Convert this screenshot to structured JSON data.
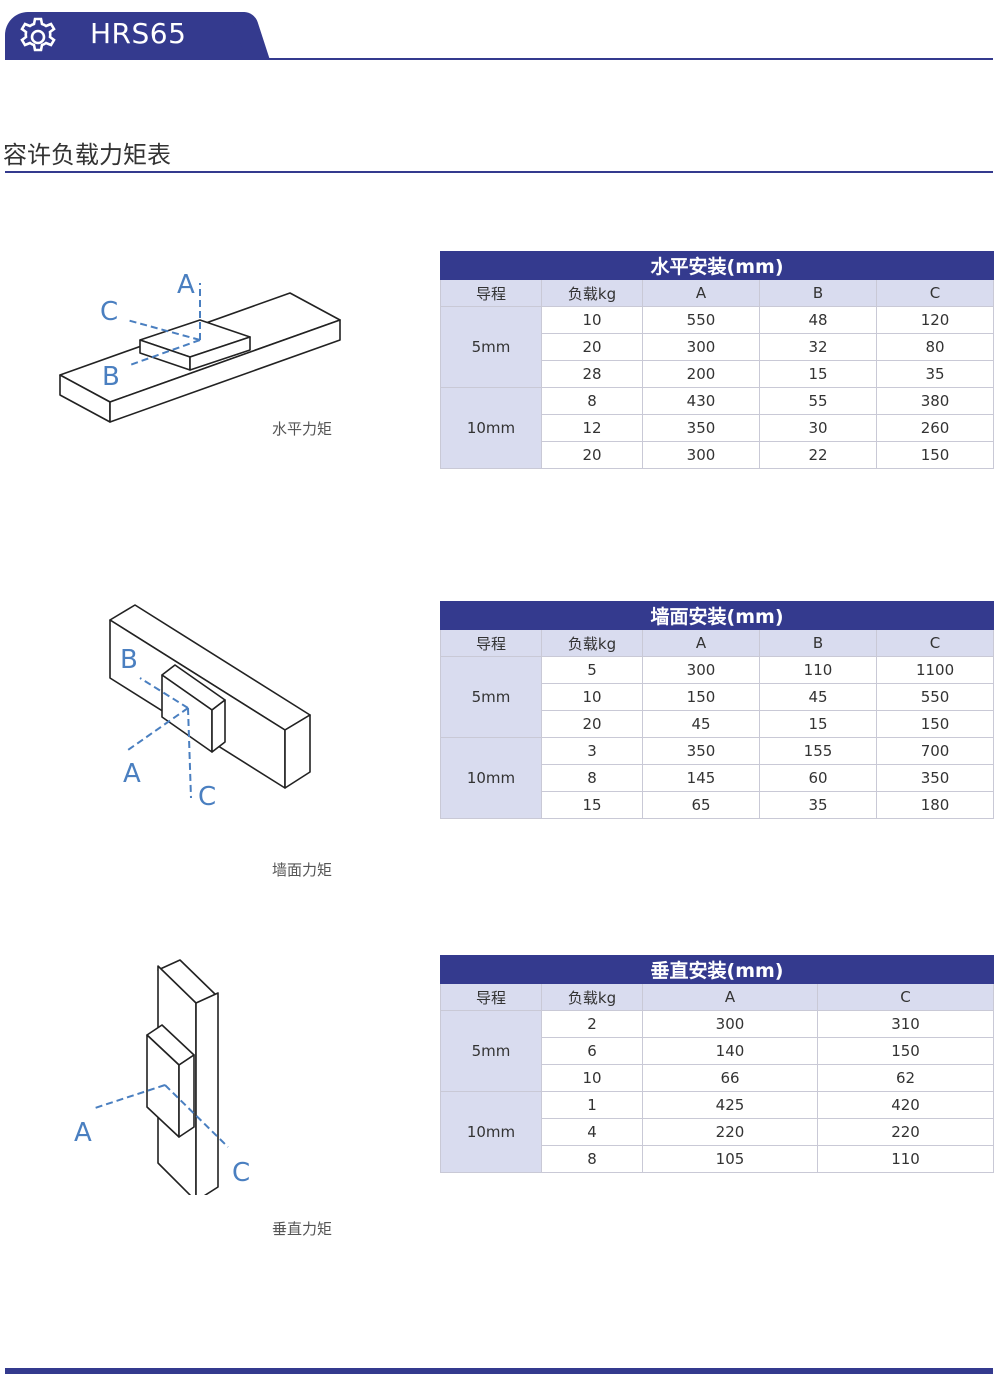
{
  "header": {
    "title": "HRS65"
  },
  "section": {
    "title": "容许负载力矩表"
  },
  "diagrams": [
    {
      "caption": "水平力矩",
      "labels": [
        "A",
        "B",
        "C"
      ]
    },
    {
      "caption": "墙面力矩",
      "labels": [
        "A",
        "B",
        "C"
      ]
    },
    {
      "caption": "垂直力矩",
      "labels": [
        "A",
        "C"
      ]
    }
  ],
  "tables": [
    {
      "title": "水平安装(mm)",
      "headers": [
        "导程",
        "负载kg",
        "A",
        "B",
        "C"
      ],
      "groups": [
        {
          "lead": "5mm",
          "rows": [
            [
              "10",
              "550",
              "48",
              "120"
            ],
            [
              "20",
              "300",
              "32",
              "80"
            ],
            [
              "28",
              "200",
              "15",
              "35"
            ]
          ]
        },
        {
          "lead": "10mm",
          "rows": [
            [
              "8",
              "430",
              "55",
              "380"
            ],
            [
              "12",
              "350",
              "30",
              "260"
            ],
            [
              "20",
              "300",
              "22",
              "150"
            ]
          ]
        }
      ]
    },
    {
      "title": "墙面安装(mm)",
      "headers": [
        "导程",
        "负载kg",
        "A",
        "B",
        "C"
      ],
      "groups": [
        {
          "lead": "5mm",
          "rows": [
            [
              "5",
              "300",
              "110",
              "1100"
            ],
            [
              "10",
              "150",
              "45",
              "550"
            ],
            [
              "20",
              "45",
              "15",
              "150"
            ]
          ]
        },
        {
          "lead": "10mm",
          "rows": [
            [
              "3",
              "350",
              "155",
              "700"
            ],
            [
              "8",
              "145",
              "60",
              "350"
            ],
            [
              "15",
              "65",
              "35",
              "180"
            ]
          ]
        }
      ]
    },
    {
      "title": "垂直安装(mm)",
      "headers": [
        "导程",
        "负载kg",
        "A",
        "C"
      ],
      "groups": [
        {
          "lead": "5mm",
          "rows": [
            [
              "2",
              "300",
              "310"
            ],
            [
              "6",
              "140",
              "150"
            ],
            [
              "10",
              "66",
              "62"
            ]
          ]
        },
        {
          "lead": "10mm",
          "rows": [
            [
              "1",
              "425",
              "420"
            ],
            [
              "4",
              "220",
              "220"
            ],
            [
              "8",
              "105",
              "110"
            ]
          ]
        }
      ]
    }
  ]
}
